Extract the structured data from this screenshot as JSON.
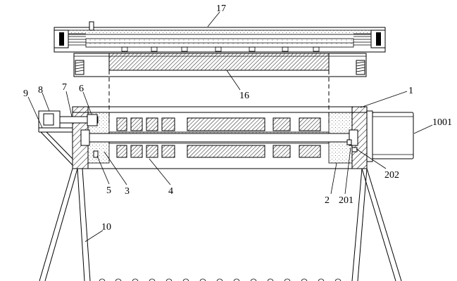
{
  "labels": {
    "l17": "17",
    "l16": "16",
    "l1": "1",
    "l1001": "1001",
    "l9": "9",
    "l8": "8",
    "l7": "7",
    "l6": "6",
    "l5": "5",
    "l3": "3",
    "l4": "4",
    "l2": "2",
    "l201": "201",
    "l202": "202",
    "l10": "10"
  }
}
